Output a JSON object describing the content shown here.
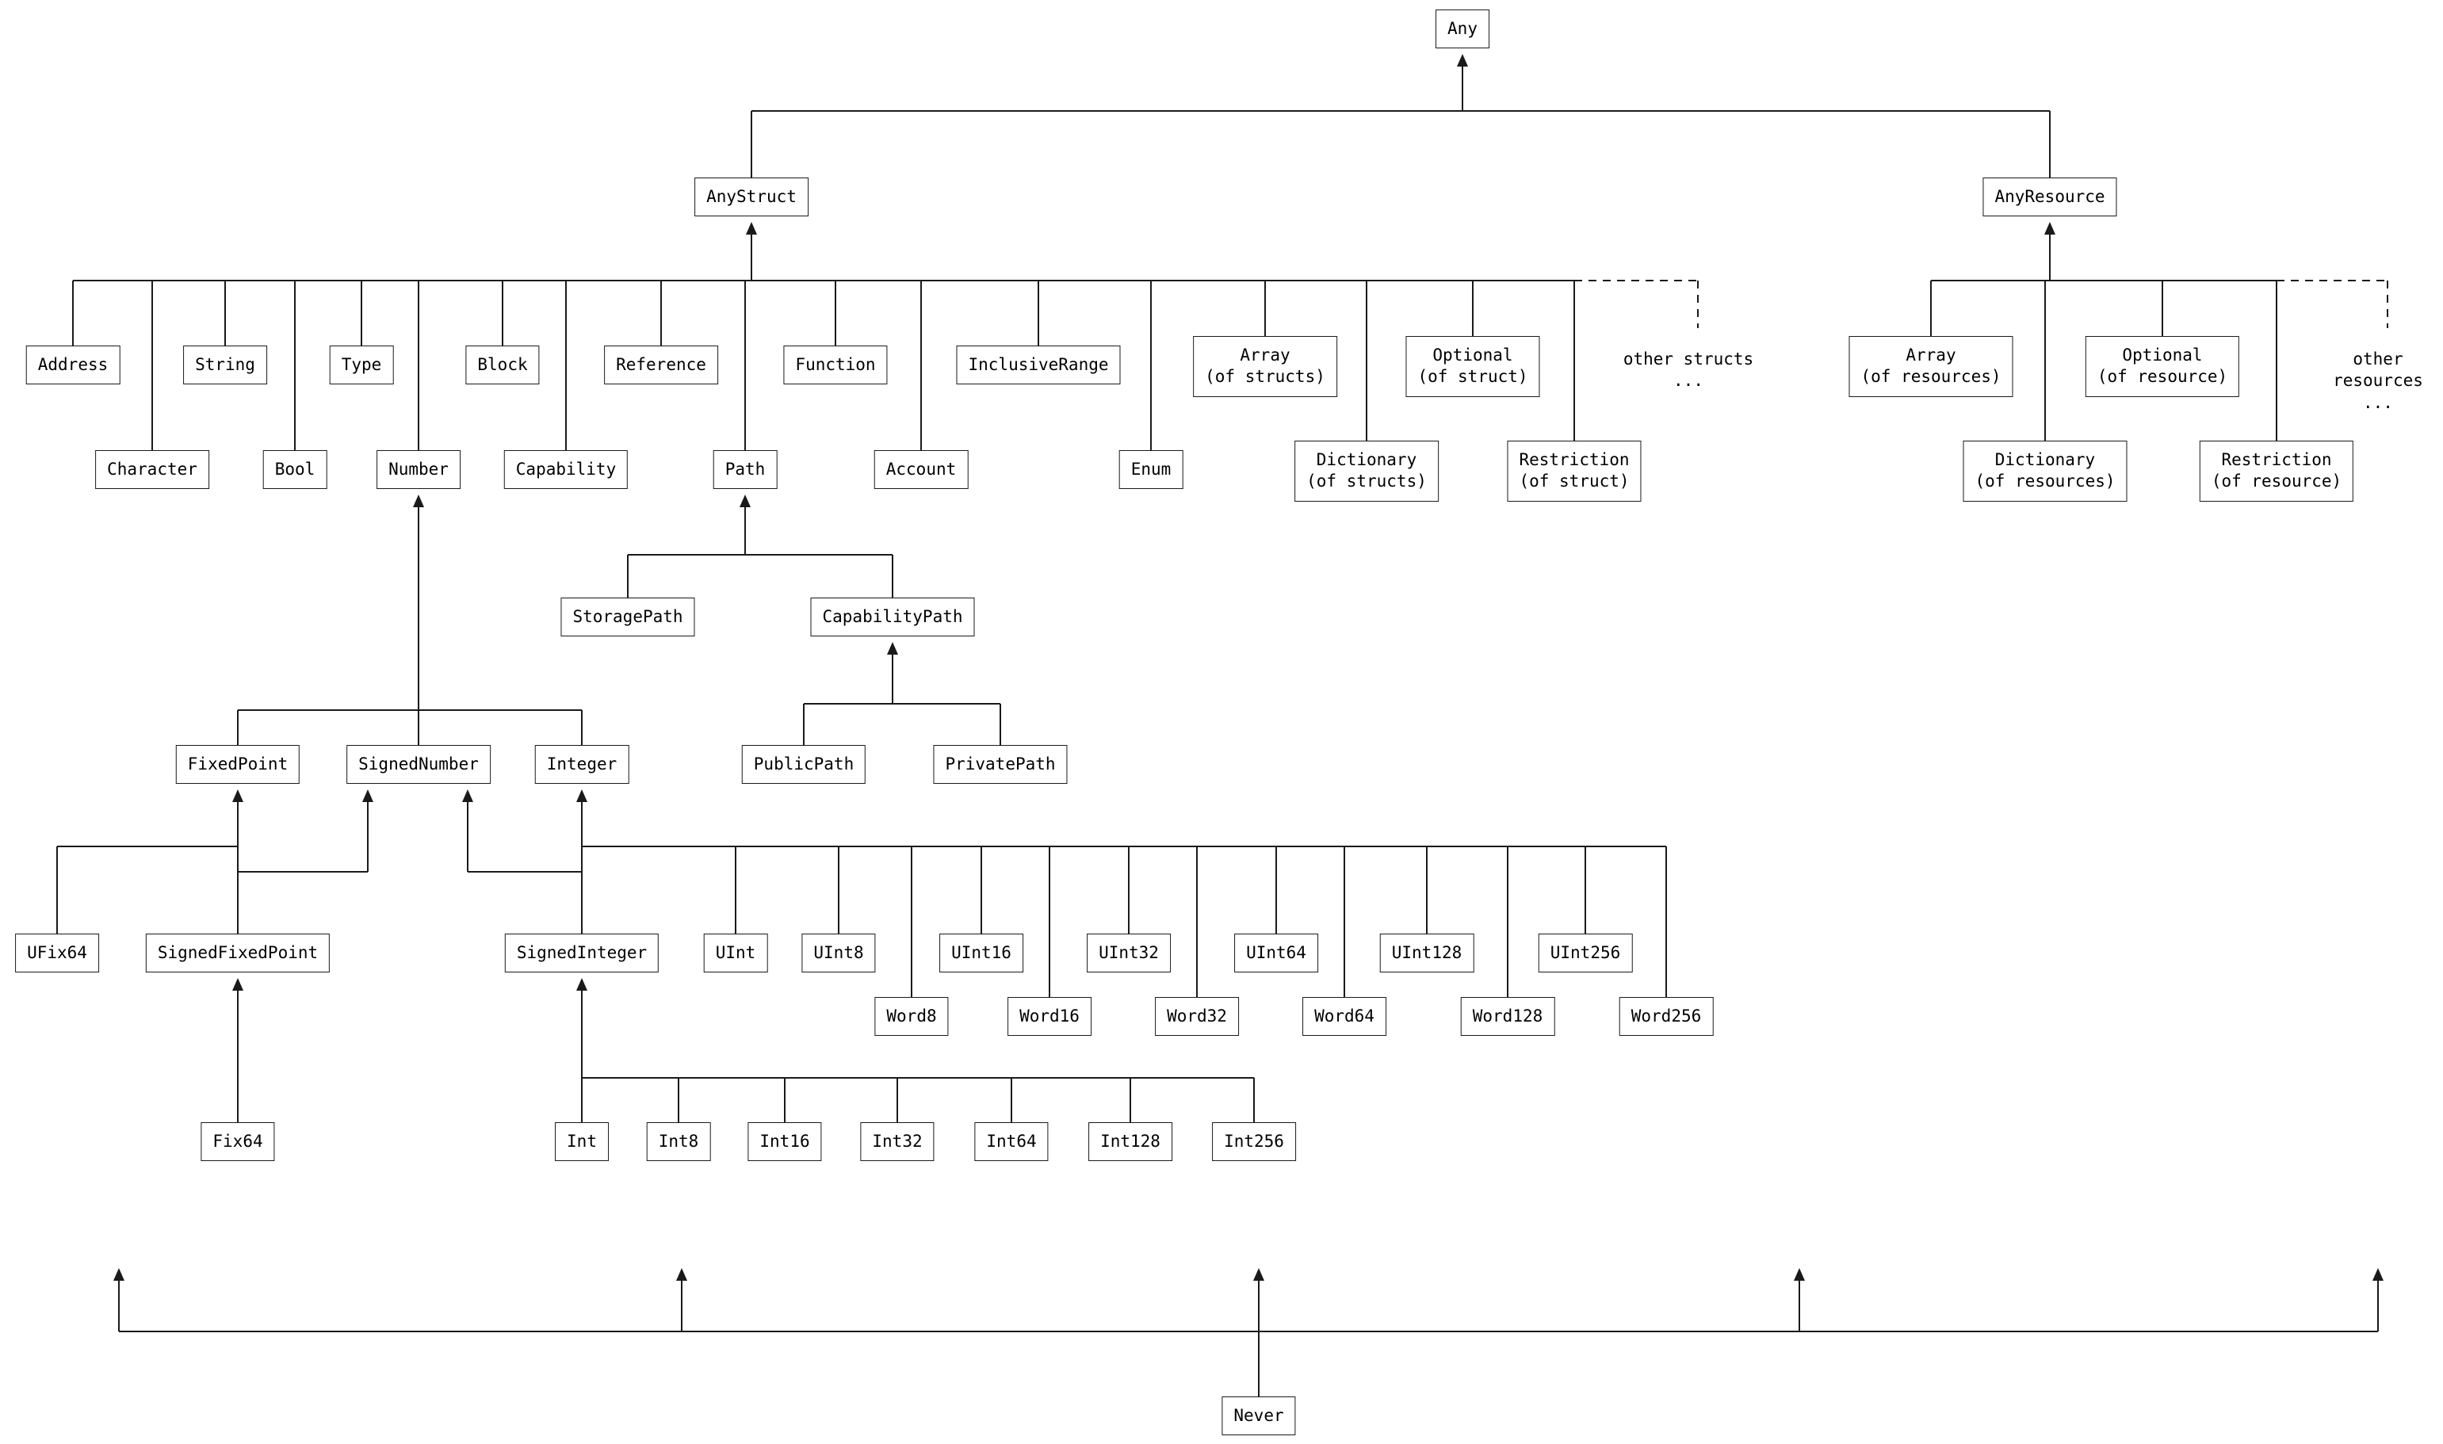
{
  "diagram": {
    "kind": "type-hierarchy",
    "colors": {
      "background": "#ffffff",
      "line": "#1a1a1a",
      "box_border": "#1a1a1a",
      "text": "#000000"
    }
  },
  "nodes": {
    "any": {
      "label": "Any"
    },
    "anyStruct": {
      "label": "AnyStruct"
    },
    "anyResource": {
      "label": "AnyResource"
    },
    "address": {
      "label": "Address"
    },
    "string": {
      "label": "String"
    },
    "type": {
      "label": "Type"
    },
    "block": {
      "label": "Block"
    },
    "reference": {
      "label": "Reference"
    },
    "function": {
      "label": "Function"
    },
    "inclusiveRange": {
      "label": "InclusiveRange"
    },
    "arrayOfStructs": {
      "label": "Array\n(of structs)"
    },
    "optionalOfStruct": {
      "label": "Optional\n(of struct)"
    },
    "otherStructs": {
      "label": "other structs\n..."
    },
    "character": {
      "label": "Character"
    },
    "bool": {
      "label": "Bool"
    },
    "number": {
      "label": "Number"
    },
    "capability": {
      "label": "Capability"
    },
    "path": {
      "label": "Path"
    },
    "account": {
      "label": "Account"
    },
    "enum": {
      "label": "Enum"
    },
    "dictionaryOfStructs": {
      "label": "Dictionary\n(of structs)"
    },
    "restrictionOfStruct": {
      "label": "Restriction\n(of struct)"
    },
    "arrayOfResources": {
      "label": "Array\n(of resources)"
    },
    "optionalOfResource": {
      "label": "Optional\n(of resource)"
    },
    "otherResources": {
      "label": "other resources\n..."
    },
    "dictionaryOfResources": {
      "label": "Dictionary\n(of resources)"
    },
    "restrictionOfResource": {
      "label": "Restriction\n(of resource)"
    },
    "storagePath": {
      "label": "StoragePath"
    },
    "capabilityPath": {
      "label": "CapabilityPath"
    },
    "publicPath": {
      "label": "PublicPath"
    },
    "privatePath": {
      "label": "PrivatePath"
    },
    "fixedPoint": {
      "label": "FixedPoint"
    },
    "signedNumber": {
      "label": "SignedNumber"
    },
    "integer": {
      "label": "Integer"
    },
    "ufix64": {
      "label": "UFix64"
    },
    "signedFixedPoint": {
      "label": "SignedFixedPoint"
    },
    "signedInteger": {
      "label": "SignedInteger"
    },
    "uint": {
      "label": "UInt"
    },
    "uint8": {
      "label": "UInt8"
    },
    "uint16": {
      "label": "UInt16"
    },
    "uint32": {
      "label": "UInt32"
    },
    "uint64": {
      "label": "UInt64"
    },
    "uint128": {
      "label": "UInt128"
    },
    "uint256": {
      "label": "UInt256"
    },
    "word8": {
      "label": "Word8"
    },
    "word16": {
      "label": "Word16"
    },
    "word32": {
      "label": "Word32"
    },
    "word64": {
      "label": "Word64"
    },
    "word128": {
      "label": "Word128"
    },
    "word256": {
      "label": "Word256"
    },
    "fix64": {
      "label": "Fix64"
    },
    "int": {
      "label": "Int"
    },
    "int8": {
      "label": "Int8"
    },
    "int16": {
      "label": "Int16"
    },
    "int32": {
      "label": "Int32"
    },
    "int64": {
      "label": "Int64"
    },
    "int128": {
      "label": "Int128"
    },
    "int256": {
      "label": "Int256"
    },
    "never": {
      "label": "Never"
    }
  },
  "hierarchy": {
    "Any": [
      "AnyStruct",
      "AnyResource"
    ],
    "AnyStruct": [
      "Address",
      "Character",
      "String",
      "Bool",
      "Type",
      "Number",
      "Block",
      "Capability",
      "Reference",
      "Path",
      "Function",
      "Account",
      "InclusiveRange",
      "Enum",
      "Array (of structs)",
      "Dictionary (of structs)",
      "Optional (of struct)",
      "Restriction (of struct)",
      "other structs ..."
    ],
    "AnyResource": [
      "Array (of resources)",
      "Dictionary (of resources)",
      "Optional (of resource)",
      "Restriction (of resource)",
      "other resources ..."
    ],
    "Path": [
      "StoragePath",
      "CapabilityPath"
    ],
    "CapabilityPath": [
      "PublicPath",
      "PrivatePath"
    ],
    "Number": [
      "FixedPoint",
      "SignedNumber",
      "Integer"
    ],
    "FixedPoint": [
      "UFix64",
      "SignedFixedPoint"
    ],
    "SignedNumber": [
      "SignedFixedPoint",
      "SignedInteger"
    ],
    "Integer": [
      "SignedInteger",
      "UInt",
      "UInt8",
      "UInt16",
      "UInt32",
      "UInt64",
      "UInt128",
      "UInt256",
      "Word8",
      "Word16",
      "Word32",
      "Word64",
      "Word128",
      "Word256"
    ],
    "SignedFixedPoint": [
      "Fix64"
    ],
    "SignedInteger": [
      "Int",
      "Int8",
      "Int16",
      "Int32",
      "Int64",
      "Int128",
      "Int256"
    ],
    "Never": [
      "*"
    ]
  }
}
